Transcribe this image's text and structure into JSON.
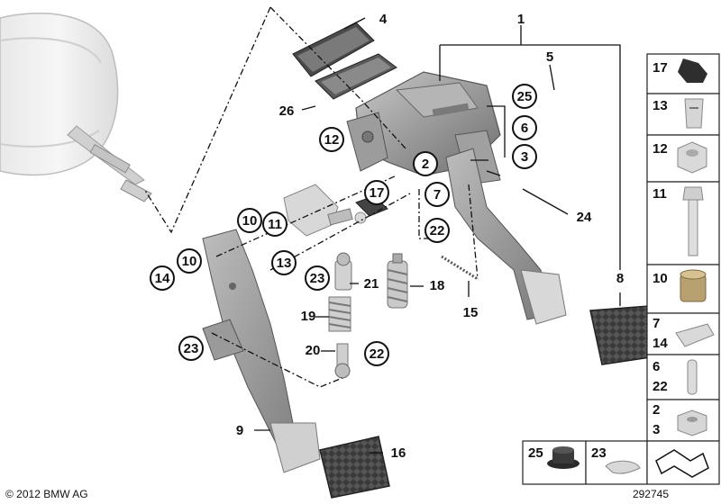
{
  "labels": {
    "n1": "1",
    "n2": "2",
    "n3": "3",
    "n4": "4",
    "n5": "5",
    "n6": "6",
    "n7": "7",
    "n8": "8",
    "n9": "9",
    "n10a": "10",
    "n10b": "10",
    "n11": "11",
    "n12": "12",
    "n13": "13",
    "n14": "14",
    "n15": "15",
    "n16": "16",
    "n17": "17",
    "n18": "18",
    "n19": "19",
    "n20": "20",
    "n21": "21",
    "n22a": "22",
    "n22b": "22",
    "n23a": "23",
    "n23b": "23",
    "n24": "24",
    "n25": "25",
    "n26": "26"
  },
  "sidebar": {
    "c17": "17",
    "c13": "13",
    "c12": "12",
    "c11": "11",
    "c10": "10",
    "c7": "7",
    "c14": "14",
    "c6": "6",
    "c22": "22",
    "c2": "2",
    "c3": "3",
    "c25": "25",
    "c23": "23"
  },
  "footer": {
    "copyright": "© 2012 BMW AG",
    "diagram_number": "292745"
  }
}
